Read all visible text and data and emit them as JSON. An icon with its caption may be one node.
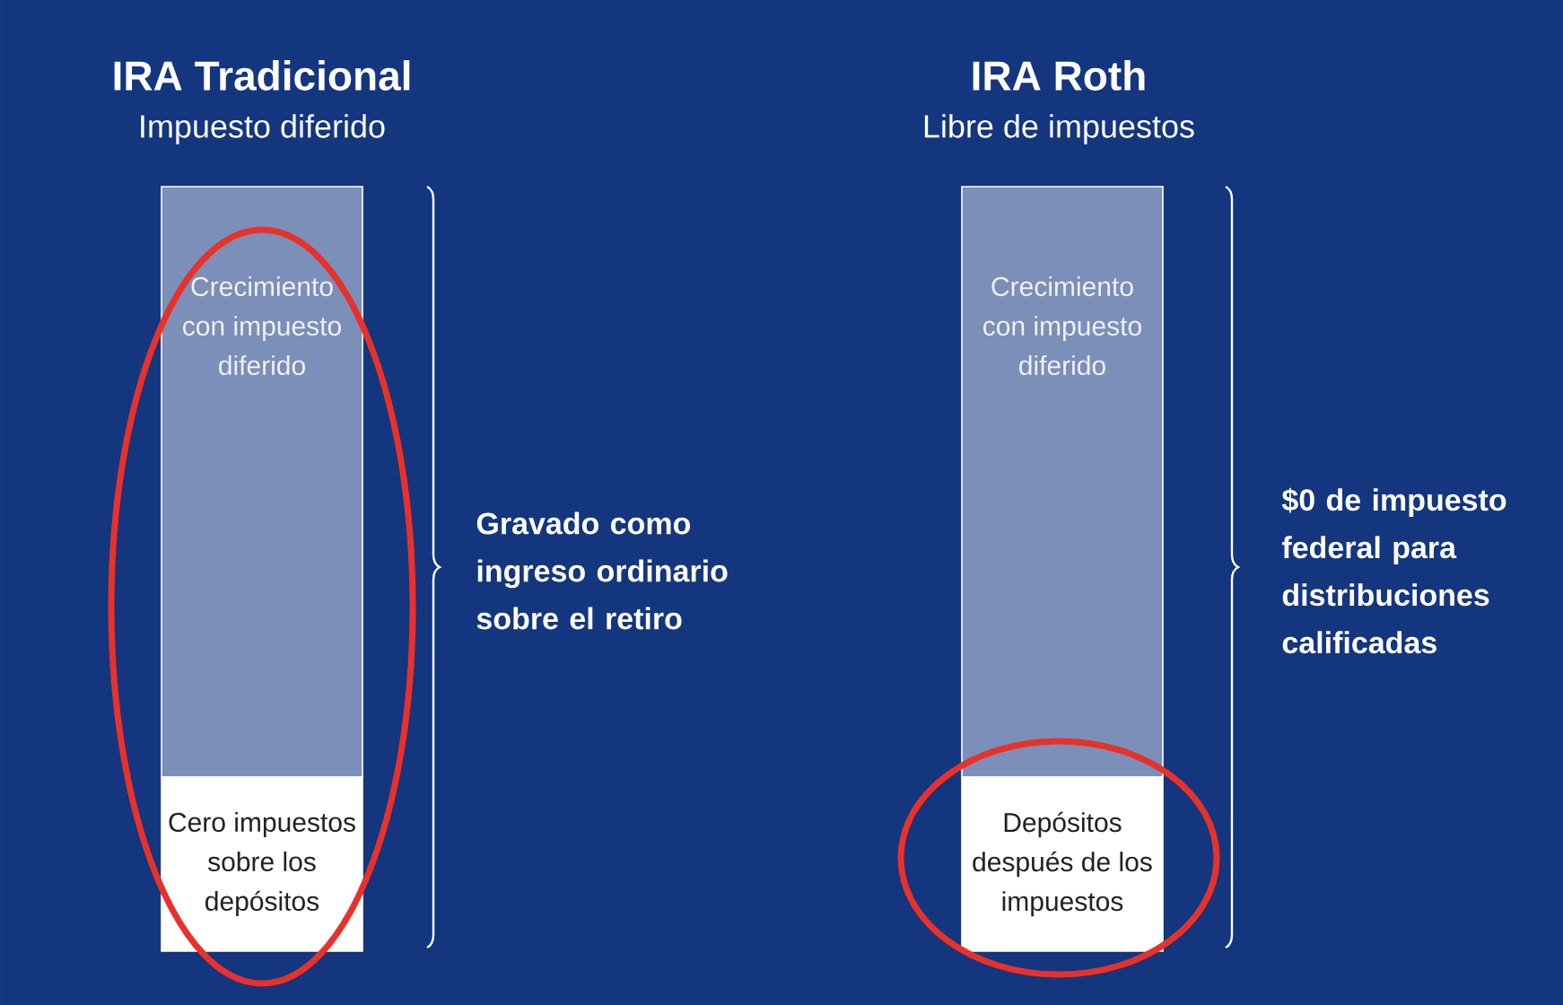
{
  "diagram": {
    "nodes": [
      {
        "text": [
          "Crecimiento con impuesto diferido"
        ]
      },
      {
        "text": [
          "Cero impuestos sobre los depósitos"
        ]
      },
      {
        "text": [
          "Crecimiento con impuesto diferido"
        ]
      },
      {
        "text": [
          "Depósitos después de los impuestos"
        ]
      }
    ],
    "labels": [
      "IRA Tradicional",
      "Impuesto diferido",
      "IRA Roth",
      "Libre de impuestos",
      "Gravado como ingreso ordinario sobre el retiro",
      "$0 de impuesto federal para distribuciones calificadas"
    ]
  }
}
